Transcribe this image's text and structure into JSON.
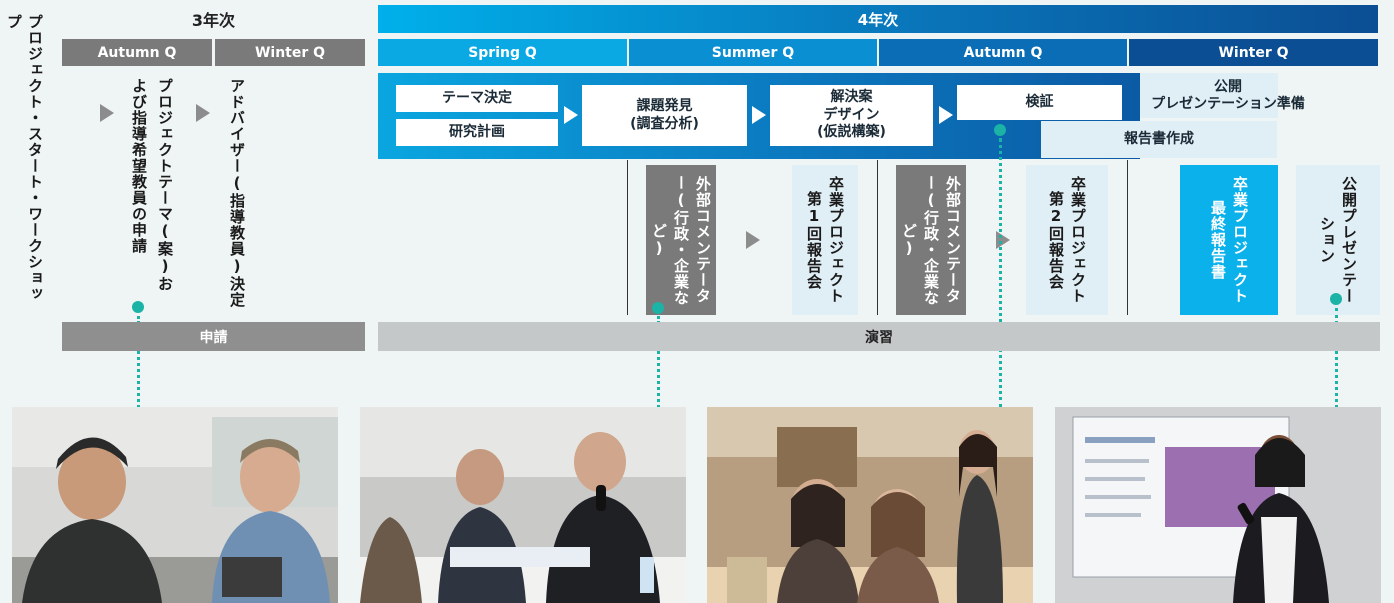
{
  "workshop_label": "プロジェクト・スタート・ワークショップ",
  "year3": {
    "label": "3年次",
    "quarters": [
      "Autumn Q",
      "Winter Q"
    ]
  },
  "year4": {
    "label": "4年次",
    "quarters": [
      "Spring Q",
      "Summer Q",
      "Autumn Q",
      "Winter Q"
    ]
  },
  "year3_steps": [
    "プロジェクトテーマ(案)および指導希望教員の申請",
    "アドバイザー(指導教員)決定"
  ],
  "band": {
    "theme": "テーマ決定",
    "plan": "研究計画",
    "issue": "課題発見\n(調査分析)",
    "solution": "解決案\nデザイン\n(仮説構築)",
    "verify": "検証",
    "report": "報告書作成",
    "public_prep": "公開\nプレゼンテーション準備"
  },
  "events": {
    "commentator1": "外部コメンテーター(行政・企業など)",
    "report1": "卒業プロジェクト第1回報告会",
    "commentator2": "外部コメンテーター(行政・企業など)",
    "report2": "卒業プロジェクト第2回報告会",
    "final_report": "卒業プロジェクト最終報告書",
    "public_presentation": "公開プレゼンテーション"
  },
  "bottom": {
    "apply": "申請",
    "practice": "演習"
  },
  "colors": {
    "accent_teal": "#1bb3a5",
    "cyan": "#0ab1ea",
    "navy": "#0b4e93",
    "gray": "#7a7a7a"
  },
  "photos": [
    {
      "scene": "two men discussing at a table"
    },
    {
      "scene": "panel with microphone at a table"
    },
    {
      "scene": "students working at a cafe table"
    },
    {
      "scene": "presenter with microphone in front of a screen"
    }
  ]
}
